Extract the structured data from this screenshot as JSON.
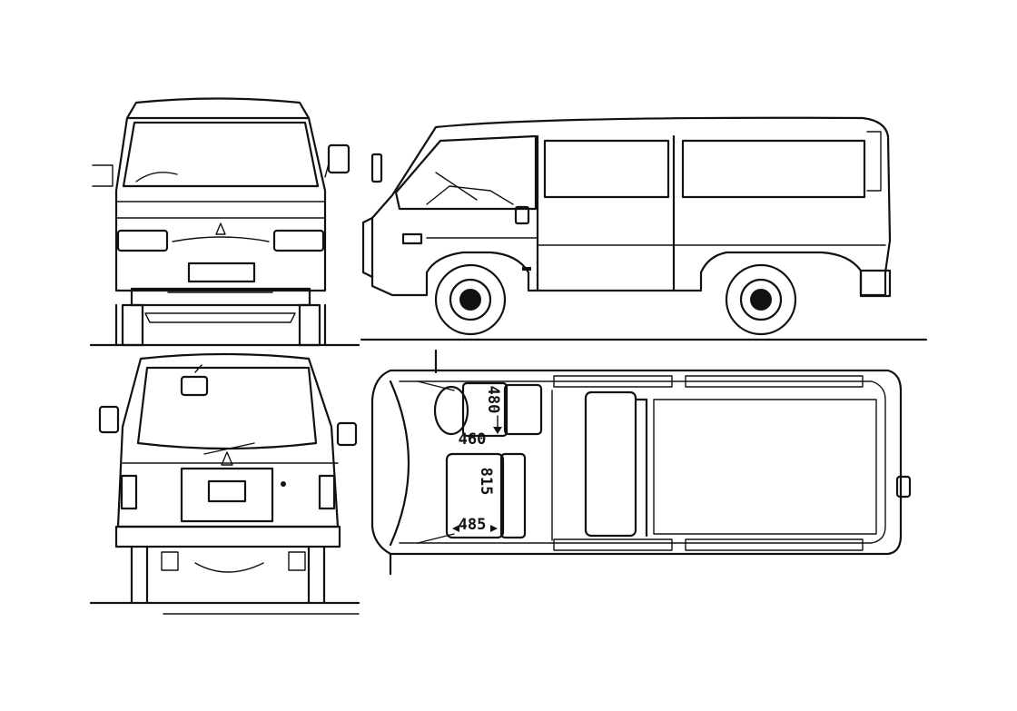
{
  "dimensions": {
    "front_seat_depth": "480",
    "front_seat_width": "460",
    "rear_seat_length": "815",
    "rear_seat_width": "485"
  },
  "colors": {
    "line": "#111111",
    "background": "#ffffff"
  }
}
